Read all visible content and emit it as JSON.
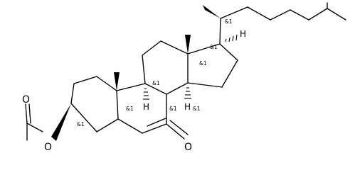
{
  "molecule": {
    "atoms": {
      "carbonyl_oxygen": "O",
      "ketone_oxygen": "O",
      "ester_oxygen": "O",
      "hydrogen": "H"
    },
    "stereo_label": "&1"
  }
}
